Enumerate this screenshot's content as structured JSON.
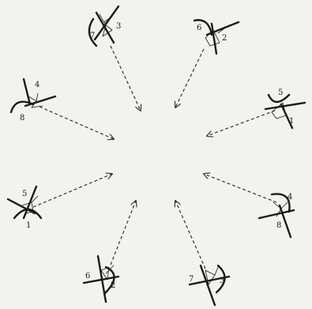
{
  "figures": [
    {
      "id": "top-left",
      "labels": [
        "7",
        "3"
      ]
    },
    {
      "id": "top-right",
      "labels": [
        "6",
        "2"
      ]
    },
    {
      "id": "left-upper",
      "labels": [
        "4",
        "8"
      ]
    },
    {
      "id": "right-upper",
      "labels": [
        "5",
        "1"
      ]
    },
    {
      "id": "left-lower",
      "labels": [
        "5",
        "1"
      ]
    },
    {
      "id": "right-lower",
      "labels": [
        "4",
        "8"
      ]
    },
    {
      "id": "bottom-left",
      "labels": [
        "6",
        "2"
      ]
    },
    {
      "id": "bottom-right",
      "labels": [
        "7",
        "3"
      ]
    }
  ]
}
